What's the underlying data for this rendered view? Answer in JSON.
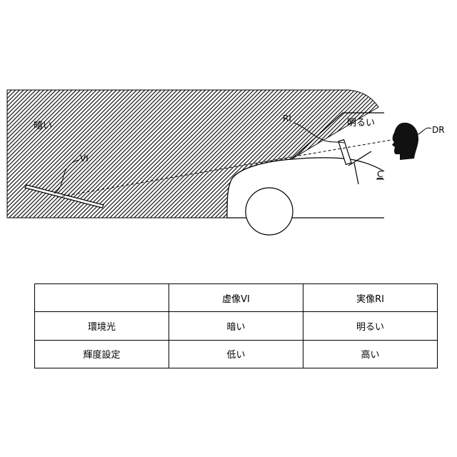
{
  "figure": {
    "labels": {
      "dark": "暗い",
      "bright": "明るい",
      "real_image": "RI",
      "virtual_image": "VI",
      "driver": "DR",
      "combiner": "C"
    },
    "colors": {
      "hatch": "#000000",
      "line": "#000000",
      "head": "#111111"
    }
  },
  "table": {
    "header": [
      "",
      "虚像VI",
      "実像RI"
    ],
    "rows": [
      [
        "環境光",
        "暗い",
        "明るい"
      ],
      [
        "輝度設定",
        "低い",
        "高い"
      ]
    ]
  }
}
